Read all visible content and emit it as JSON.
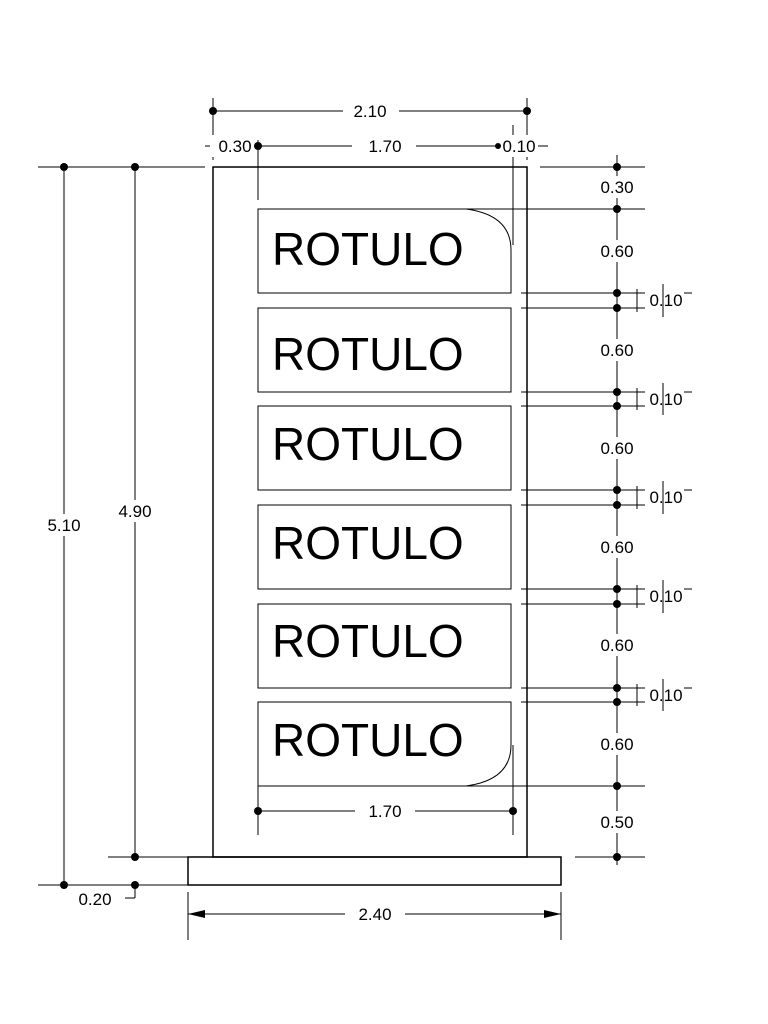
{
  "sign_label": "ROTULO",
  "dimensions": {
    "top_width": "2.10",
    "left_offset": "0.30",
    "inner_width": "1.70",
    "right_offset": "0.10",
    "top_gap": "0.30",
    "panel_height": "0.60",
    "panel_gap": "0.10",
    "bottom_gap": "0.50",
    "total_height": "5.10",
    "body_height": "4.90",
    "base_height": "0.20",
    "base_width": "2.40",
    "bottom_inner_width": "1.70"
  }
}
